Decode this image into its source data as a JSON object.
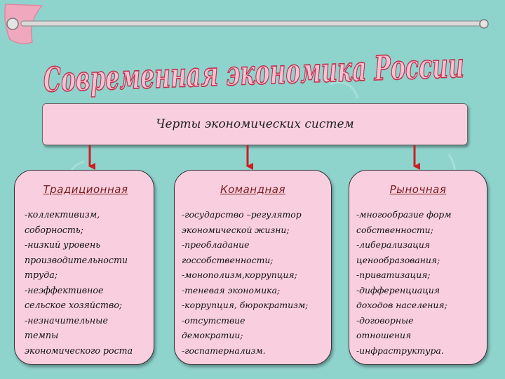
{
  "title": "Современная экономика России",
  "top_box": {
    "label": "Черты экономических систем"
  },
  "columns": [
    {
      "heading": "Традиционная",
      "items": [
        "-коллективизм,",
        "соборность;",
        "-низкий уровень",
        "производительности",
        "труда;",
        "-неэффективное",
        "сельское хозяйство;",
        "-незначительные",
        "темпы",
        "экономического роста"
      ]
    },
    {
      "heading": "Командная",
      "items": [
        "-государство –регулятор",
        "экономической жизни;",
        "-преобладание",
        "госсобственности;",
        "-монополизм,коррупция;",
        "-теневая экономика;",
        "-коррупция, бюрократизм;",
        "-отсутствие",
        "демократии;",
        "-госпатернализм."
      ]
    },
    {
      "heading": "Рыночная",
      "items": [
        "-многообразие форм",
        "собственности;",
        "-либерализация",
        "ценообразования;",
        "-приватизация;",
        "-дифференциация",
        "доходов  населения;",
        "-договорные",
        "отношения",
        "-инфраструктура."
      ]
    }
  ],
  "colors": {
    "background": "#8fd3cd",
    "box_fill": "#f9cfe0",
    "title_fill": "#f4c2d4",
    "title_outline": "#c0304a",
    "arrow": "#cc1f1f"
  }
}
